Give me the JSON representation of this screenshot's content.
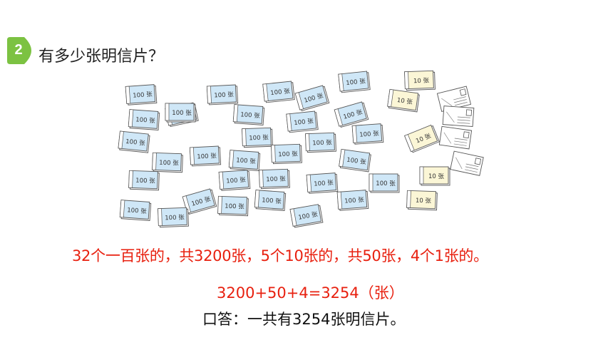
{
  "problem": {
    "number": "2",
    "question": "有多少张明信片？"
  },
  "cards": {
    "hundred_label": "100 张",
    "ten_label": "10 张",
    "hundred_count": 32,
    "ten_count": 5,
    "single_count": 4
  },
  "solution": {
    "statement": "32个一百张的，共3200张，5个10张的，共50张，4个1张的。",
    "equation": "3200+50+4=3254（张）",
    "answer": "口答：一共有3254张明信片。"
  },
  "colors": {
    "badge": "#7cc242",
    "card_blue": "#cfe7f7",
    "card_yellow": "#fbf6d6",
    "red_text": "#e8200f"
  }
}
